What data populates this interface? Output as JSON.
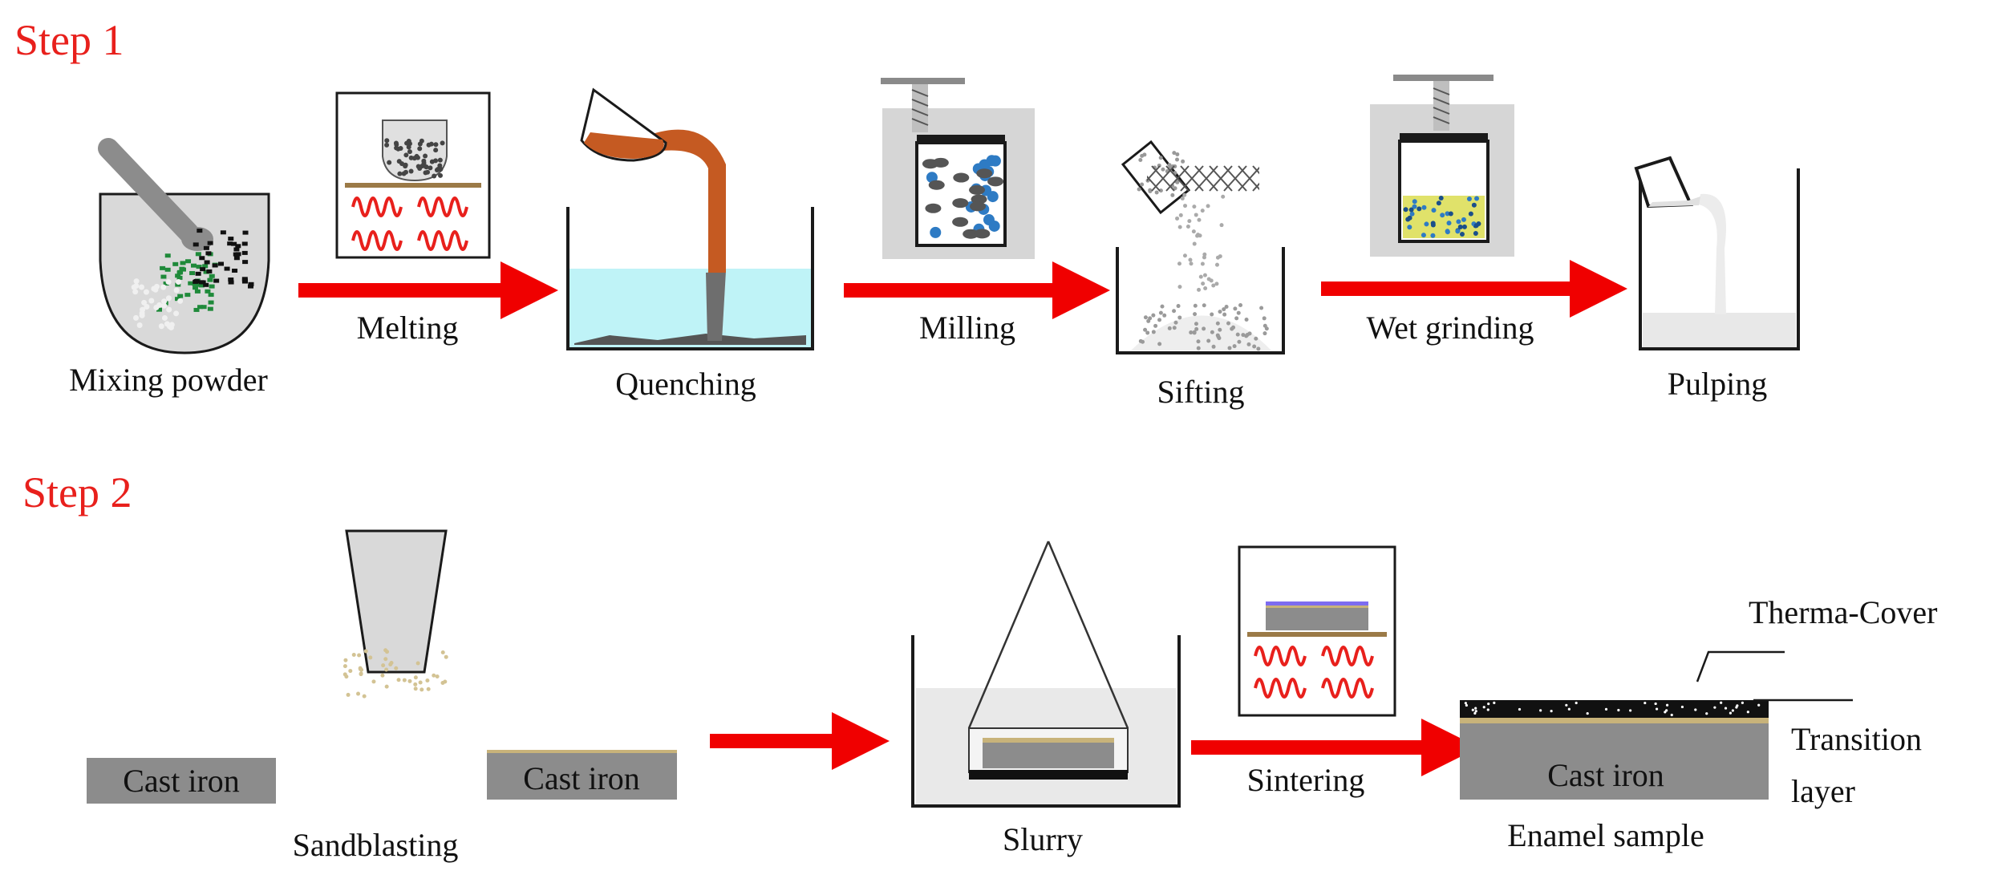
{
  "colors": {
    "step_title": "#e8201c",
    "arrow": "#f00000",
    "heater_coil": "#e8201c",
    "molten_glass": "#c55a22",
    "water": "#bff3f7",
    "hot_plate": "#9b7a47",
    "plate_gray": "#8c8c8c",
    "cover_blue": "#7d6cf0",
    "transition_layer": "#c8b37a",
    "milling_ball_blue": "#2e7bc4",
    "wet_grind_yellow": "#e0e26a"
  },
  "step1": {
    "title": "Step 1",
    "stages": [
      {
        "icon": "mortar-pestle-icon",
        "label": "Mixing powder"
      },
      {
        "icon": "furnace-icon",
        "label": "Melting"
      },
      {
        "icon": "quench-beaker-icon",
        "label": "Quenching"
      },
      {
        "icon": "ball-mill-icon",
        "label": "Milling"
      },
      {
        "icon": "sieve-icon",
        "label": "Sifting"
      },
      {
        "icon": "wet-grinder-icon",
        "label": "Wet grinding"
      },
      {
        "icon": "pour-beaker-icon",
        "label": "Pulping"
      }
    ]
  },
  "step2": {
    "title": "Step 2",
    "stages": [
      {
        "icon": "cast-iron-plate-icon",
        "label": "Cast iron"
      },
      {
        "icon": "sandblast-nozzle-icon",
        "label": "Sandblasting"
      },
      {
        "icon": "cast-iron-plate-icon",
        "label": "Cast iron"
      },
      {
        "icon": "slurry-dip-icon",
        "label": "Slurry"
      },
      {
        "icon": "furnace-icon",
        "label": "Sintering"
      },
      {
        "icon": "enamel-sample-icon",
        "label": "Enamel sample"
      }
    ],
    "sample": {
      "substrate_label": "Cast iron",
      "coating_label": "Therma-Cover",
      "layer_label_line1": "Transition",
      "layer_label_line2": "layer"
    }
  }
}
